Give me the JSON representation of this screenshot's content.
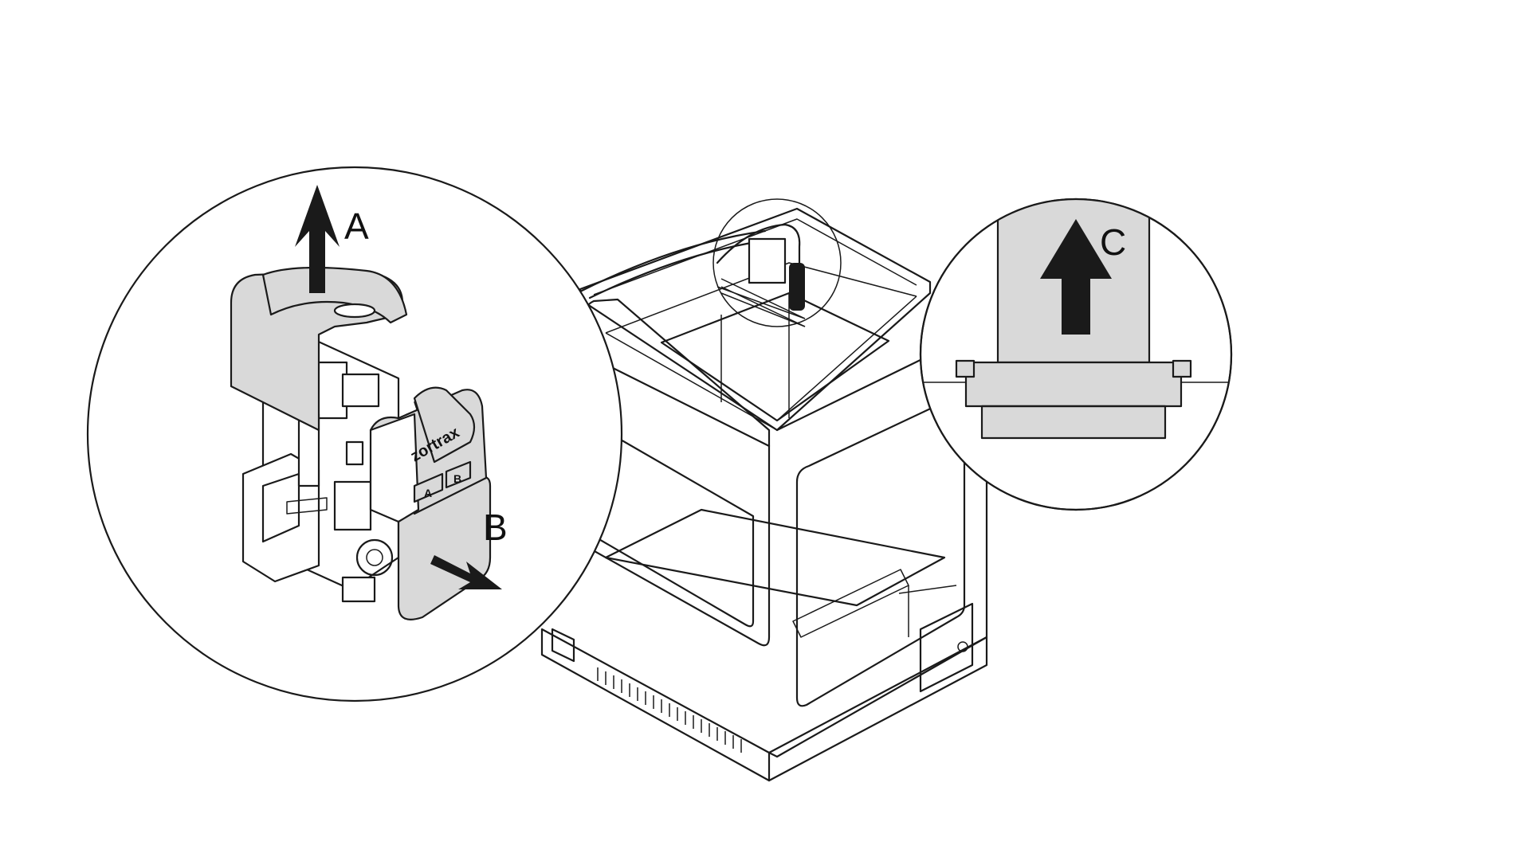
{
  "diagram": {
    "labels": {
      "a": "A",
      "b": "B",
      "c": "C"
    },
    "printhead": {
      "brand": "zortrax",
      "key_a": "A",
      "key_b": "B"
    },
    "colors": {
      "line": "#1a1a1a",
      "highlight": "#d9d9d9",
      "background": "#ffffff"
    },
    "icons": {
      "arrow_a": "arrow-up-icon",
      "arrow_b": "arrow-down-right-icon",
      "arrow_c": "arrow-up-icon"
    }
  }
}
